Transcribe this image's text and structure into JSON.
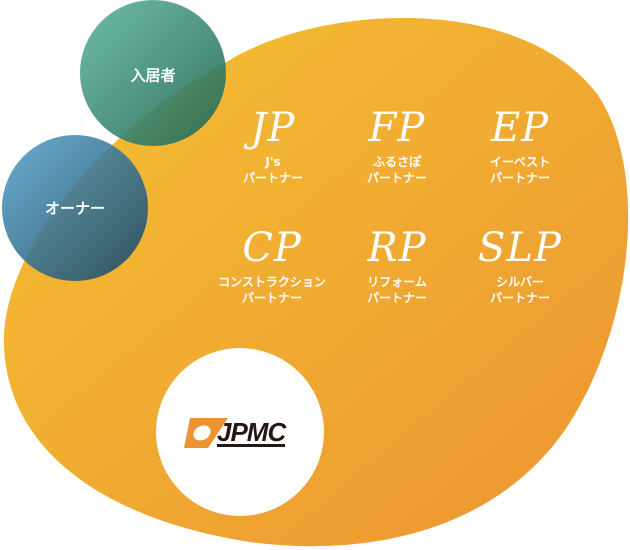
{
  "circles": {
    "resident": "入居者",
    "owner": "オーナー"
  },
  "partners": [
    {
      "abbr": "JP",
      "line1": "J's",
      "line2": "パートナー"
    },
    {
      "abbr": "FP",
      "line1": "ふるさぽ",
      "line2": "パートナー"
    },
    {
      "abbr": "EP",
      "line1": "イーベスト",
      "line2": "パートナー"
    },
    {
      "abbr": "CP",
      "line1": "コンストラクション",
      "line2": "パートナー"
    },
    {
      "abbr": "RP",
      "line1": "リフォーム",
      "line2": "パートナー"
    },
    {
      "abbr": "SLP",
      "line1": "シルバー",
      "line2": "パートナー"
    }
  ],
  "logo": {
    "text": "JPMC"
  },
  "colors": {
    "blob_start": "#f5c232",
    "blob_end": "#ec9432",
    "teal": "#3d9a85",
    "blue": "#3f87b3"
  }
}
